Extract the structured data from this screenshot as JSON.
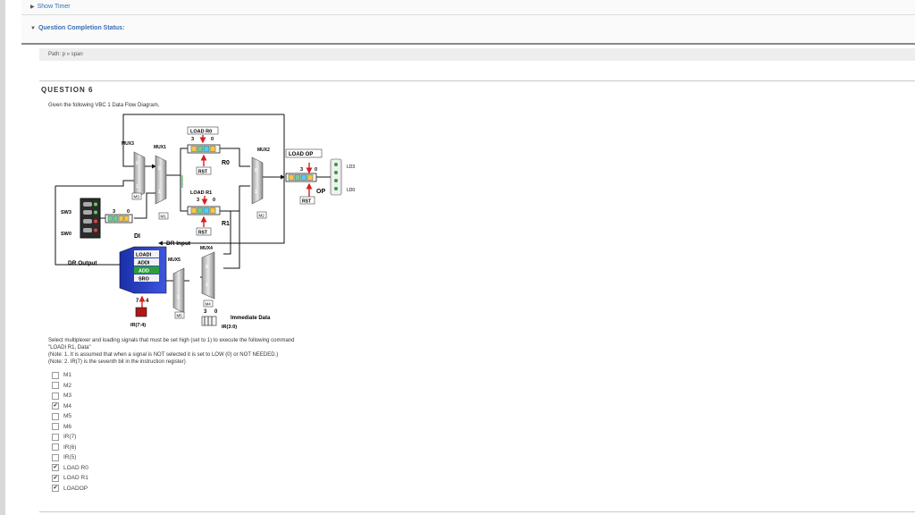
{
  "top": {
    "show_timer": "Show Timer",
    "completion_status": "Question Completion Status:",
    "path": "Path: p » span"
  },
  "question": {
    "title": "QUESTION 6",
    "intro": "Given the following VBC 1 Data Flow Diagram,",
    "line1": "Select multiplexer and loading signals that must be set high (set to 1) to execute the following command",
    "line2": "\"LOADI R1, Data\"",
    "line3": "(Note: 1. It is assumed that when a signal is NOT selected it is set to LOW (0) or NOT NEEDED.)",
    "line4": "(Note: 2. IR(7) is the seventh bit in the instruction register)"
  },
  "options": [
    {
      "label": "M1",
      "checked": false
    },
    {
      "label": "M2",
      "checked": false
    },
    {
      "label": "M3",
      "checked": false
    },
    {
      "label": "M4",
      "checked": true
    },
    {
      "label": "M5",
      "checked": false
    },
    {
      "label": "M6",
      "checked": false
    },
    {
      "label": "IR(7)",
      "checked": false
    },
    {
      "label": "IR(6)",
      "checked": false
    },
    {
      "label": "IR(5)",
      "checked": false
    },
    {
      "label": "LOAD R0",
      "checked": true
    },
    {
      "label": "LOAD R1",
      "checked": true
    },
    {
      "label": "LOADOP",
      "checked": true
    }
  ],
  "diagram": {
    "load_r0": "LOAD R0",
    "load_r1": "LOAD R1",
    "load_op": "LOAD OP",
    "mux1": "MUX1",
    "mux2": "MUX2",
    "mux3": "MUX3",
    "mux4": "MUX4",
    "mux5": "MUX5",
    "r0": "R0",
    "r1": "R1",
    "op": "OP",
    "rst": "RST",
    "m1": "M1",
    "m2": "M2",
    "m3": "M3",
    "m4": "M4",
    "m5": "M5",
    "sw3": "SW3",
    "sw0": "SW0",
    "di": "DI",
    "dr_input": "DR Input",
    "dr_output": "DR Output",
    "ld3": "LD3",
    "ld0": "LD0",
    "loadi": "LOADI",
    "addi": "ADDI",
    "add": "ADD",
    "sro": "SRO",
    "ir74": "IR(7:4)",
    "ir30": "IR(3:0)",
    "immediate": "Immediate Data",
    "bit3": "3",
    "bit0": "0",
    "bit7": "7",
    "bit4": "4",
    "in0": "0",
    "in1": "1"
  },
  "colors": {
    "link": "#3a6eb5",
    "red": "#d42020",
    "green": "#2e9e3a",
    "blue": "#1a2fa8",
    "check": "#222222"
  }
}
